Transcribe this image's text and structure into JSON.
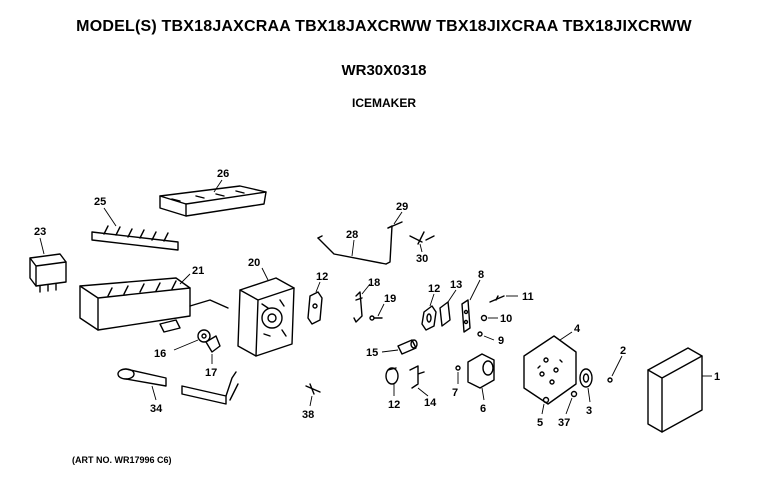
{
  "header": {
    "models": "MODEL(S) TBX18JAXCRAA  TBX18JAXCRWW  TBX18JIXCRAA  TBX18JIXCRWW",
    "part_number": "WR30X0318",
    "section": "ICEMAKER"
  },
  "footer": {
    "art_no": "(ART NO. WR17996 C6)"
  },
  "callouts": {
    "c1": "1",
    "c2": "2",
    "c3": "3",
    "c4": "4",
    "c5": "5",
    "c6": "6",
    "c7": "7",
    "c8": "8",
    "c9": "9",
    "c10": "10",
    "c11": "11",
    "c12a": "12",
    "c12b": "12",
    "c12c": "12",
    "c13": "13",
    "c14": "14",
    "c15": "15",
    "c16": "16",
    "c17": "17",
    "c18": "18",
    "c19": "19",
    "c20": "20",
    "c21": "21",
    "c23": "23",
    "c25": "25",
    "c26": "26",
    "c28": "28",
    "c29": "29",
    "c30": "30",
    "c34": "34",
    "c37": "37",
    "c38": "38"
  }
}
